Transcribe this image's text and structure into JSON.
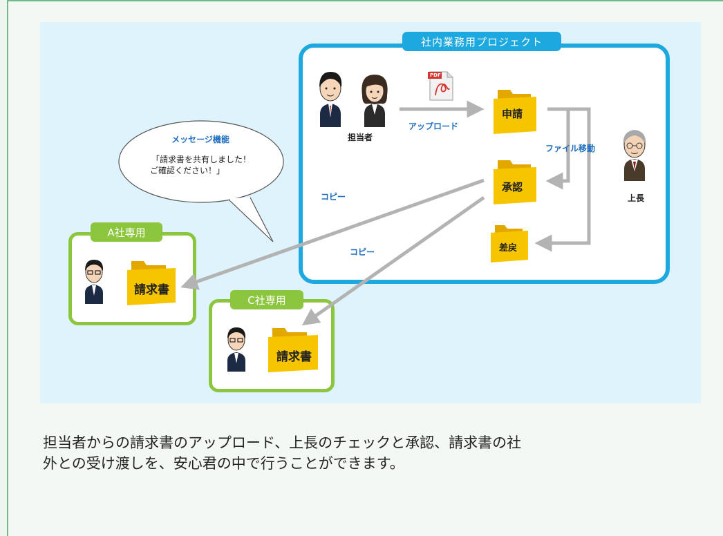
{
  "project": {
    "title": "社内業務用プロジェクト"
  },
  "people": {
    "staff": "担当者",
    "boss": "上長"
  },
  "folders": {
    "apply": "申請",
    "approve": "承認",
    "reject": "差戻",
    "invoice_a": "請求書",
    "invoice_c": "請求書"
  },
  "arrows": {
    "upload": "アップロード",
    "move": "ファイル移動",
    "copy1": "コピー",
    "copy2": "コピー"
  },
  "pdf": {
    "label": "PDF"
  },
  "message": {
    "title": "メッセージ機能",
    "line1": "「請求書を共有しました！",
    "line2": "ご確認ください！」"
  },
  "companies": {
    "a": "A社専用",
    "c": "C社専用"
  },
  "caption": {
    "line1": "担当者からの請求書のアップロード、上長のチェックと承認、請求書の社",
    "line2": "外との受け渡しを、安心君の中で行うことができます。"
  },
  "colors": {
    "project_border": "#1ea8e0",
    "company_border": "#8cc63f",
    "arrow": "#b3b3b3",
    "folder": "#f7c400"
  }
}
